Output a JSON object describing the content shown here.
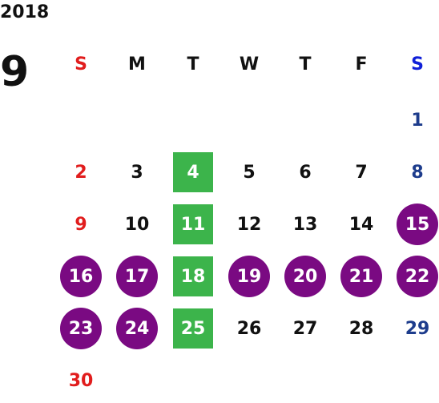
{
  "calendar": {
    "year": "2018",
    "month": "9",
    "weekday_headers": [
      "S",
      "M",
      "T",
      "W",
      "T",
      "F",
      "S"
    ],
    "header_colors": [
      "#e11d1d",
      "#111111",
      "#111111",
      "#111111",
      "#111111",
      "#111111",
      "#1020d8"
    ],
    "weeks": [
      [
        "",
        "",
        "",
        "",
        "",
        "",
        "1"
      ],
      [
        "2",
        "3",
        "4",
        "5",
        "6",
        "7",
        "8"
      ],
      [
        "9",
        "10",
        "11",
        "12",
        "13",
        "14",
        "15"
      ],
      [
        "16",
        "17",
        "18",
        "19",
        "20",
        "21",
        "22"
      ],
      [
        "23",
        "24",
        "25",
        "26",
        "27",
        "28",
        "29"
      ],
      [
        "30",
        "",
        "",
        "",
        "",
        "",
        ""
      ]
    ],
    "colors": {
      "sunday": "#e11d1d",
      "saturday": "#1d3c8c",
      "weekday": "#111111",
      "highlight_green": "#3cb44b",
      "highlight_purple": "#7a0a82"
    },
    "green_days": [
      "4",
      "11",
      "18",
      "25"
    ],
    "purple_days": [
      "15",
      "16",
      "17",
      "19",
      "20",
      "21",
      "22",
      "23",
      "24"
    ]
  }
}
